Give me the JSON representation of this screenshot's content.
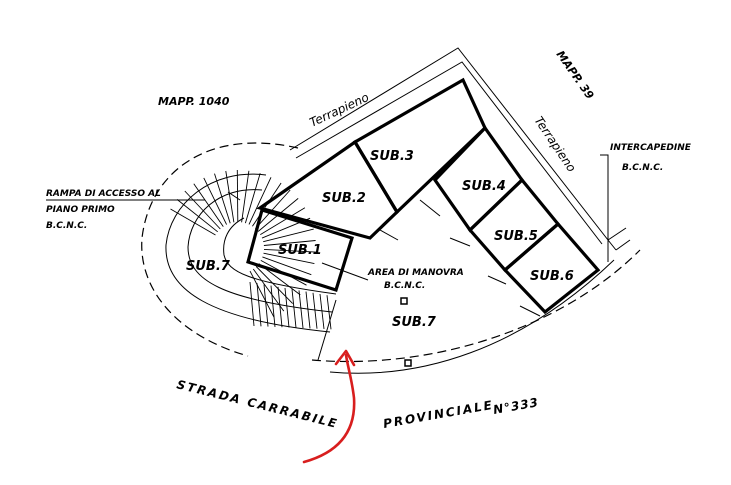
{
  "labels": {
    "mapp_1040": "MAPP. 1040",
    "mapp_39": "MAPP. 39",
    "terrapieno_top": "Terrapieno",
    "terrapieno_right": "Terrapieno",
    "intercapedine": "INTERCAPEDINE",
    "intercapedine_bcnc": "B.C.N.C.",
    "rampa_line1": "RAMPA DI ACCESSO AL",
    "rampa_line2": "PIANO PRIMO",
    "rampa_bcnc": "B.C.N.C.",
    "area_manovra": "AREA DI MANOVRA",
    "area_bcnc": "B.C.N.C.",
    "strada": "STRADA CARRABILE",
    "provinciale": "PROVINCIALE",
    "numero": "N°333"
  },
  "units": {
    "sub1": "SUB.1",
    "sub2": "SUB.2",
    "sub3": "SUB.3",
    "sub4": "SUB.4",
    "sub5": "SUB.5",
    "sub6": "SUB.6",
    "sub7_ramp": "SUB.7",
    "sub7_area": "SUB.7"
  },
  "colors": {
    "lines": "#000000",
    "arrow": "#d81e1e",
    "background": "#ffffff"
  }
}
